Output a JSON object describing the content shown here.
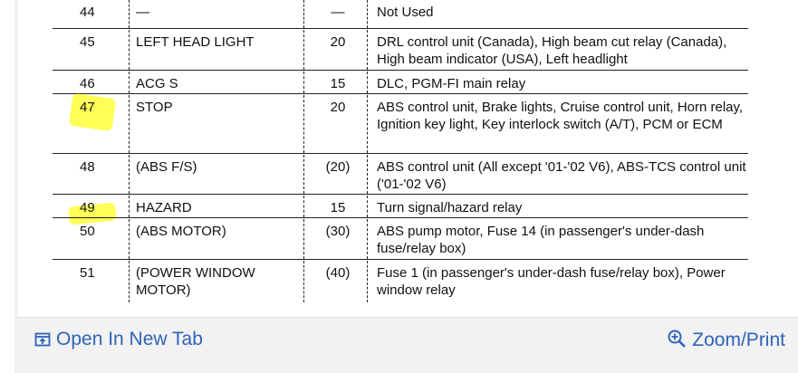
{
  "rows": [
    {
      "num": "44",
      "name": "—",
      "amp": "—",
      "desc": "Not Used"
    },
    {
      "num": "45",
      "name": "LEFT HEAD LIGHT",
      "amp": "20",
      "desc": "DRL control unit (Canada), High beam cut relay (Canada), High beam indicator (USA), Left headlight"
    },
    {
      "num": "46",
      "name": "ACG S",
      "amp": "15",
      "desc": "DLC, PGM-FI main relay"
    },
    {
      "num": "47",
      "name": "STOP",
      "amp": "20",
      "desc": "ABS control unit, Brake lights, Cruise control unit, Horn relay, Ignition key light, Key interlock switch (A/T), PCM or ECM"
    },
    {
      "num": "48",
      "name": "(ABS F/S)",
      "amp": "(20)",
      "desc": "ABS control unit (All except '01-'02 V6), ABS-TCS control unit ('01-'02 V6)"
    },
    {
      "num": "49",
      "name": "HAZARD",
      "amp": "15",
      "desc": "Turn signal/hazard relay"
    },
    {
      "num": "50",
      "name": "(ABS MOTOR)",
      "amp": "(30)",
      "desc": "ABS pump motor, Fuse 14 (in passenger's under-dash fuse/relay box)"
    },
    {
      "num": "51",
      "name": "(POWER WINDOW MOTOR)",
      "amp": "(40)",
      "desc": "Fuse 1 (in passenger's under-dash fuse/relay box), Power window relay"
    }
  ],
  "footer": {
    "open_label": "Open In New Tab",
    "zoom_label": "Zoom/Print",
    "open_icon": "open-in-new-tab-icon",
    "zoom_icon": "magnifier-plus-icon",
    "link_color": "#2e63b8"
  },
  "highlight_color": "#ffff3a"
}
